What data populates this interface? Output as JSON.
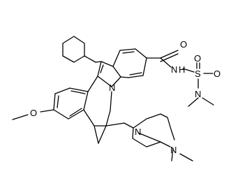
{
  "molecule": {
    "atom_labels": {
      "carbonyl_oxygen": "O",
      "amide_nitrogen": "N",
      "amide_hydrogen": "H",
      "sulfur": "S",
      "sulfonyl_oxygen_left": "O",
      "sulfonyl_oxygen_right": "O",
      "dimethylamino_nitrogen": "N",
      "indole_nitrogen": "N",
      "methoxy_oxygen": "O",
      "bicyclic_bridge_nitrogen": "N",
      "bicyclic_ring_nitrogen": "N"
    }
  }
}
